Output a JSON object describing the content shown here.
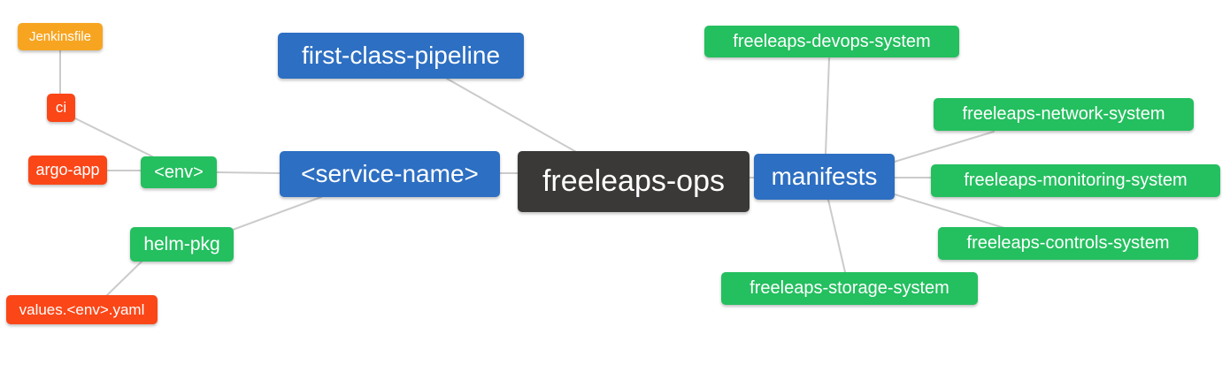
{
  "diagram": {
    "title": "freeleaps-ops repository structure mind map",
    "root": {
      "label": "freeleaps-ops",
      "color": "#3b3937"
    },
    "nodes": {
      "jenkinsfile": {
        "label": "Jenkinsfile",
        "color": "#f7a521"
      },
      "ci": {
        "label": "ci",
        "color": "#fb4617"
      },
      "argo_app": {
        "label": "argo-app",
        "color": "#fb4617"
      },
      "env": {
        "label": "<env>",
        "color": "#24bf5f"
      },
      "helm_pkg": {
        "label": "helm-pkg",
        "color": "#24bf5f"
      },
      "values_yaml": {
        "label": "values.<env>.yaml",
        "color": "#fb4617"
      },
      "fcp": {
        "label": "first-class-pipeline",
        "color": "#2d6fc2"
      },
      "service_name": {
        "label": "<service-name>",
        "color": "#2d6fc2"
      },
      "manifests": {
        "label": "manifests",
        "color": "#2d6fc2"
      },
      "devops": {
        "label": "freeleaps-devops-system",
        "color": "#24bf5f"
      },
      "network": {
        "label": "freeleaps-network-system",
        "color": "#24bf5f"
      },
      "monitoring": {
        "label": "freeleaps-monitoring-system",
        "color": "#24bf5f"
      },
      "controls": {
        "label": "freeleaps-controls-system",
        "color": "#24bf5f"
      },
      "storage": {
        "label": "freeleaps-storage-system",
        "color": "#24bf5f"
      }
    },
    "edges": [
      {
        "from": "jenkinsfile",
        "to": "ci"
      },
      {
        "from": "ci",
        "to": "env"
      },
      {
        "from": "argo_app",
        "to": "env"
      },
      {
        "from": "env",
        "to": "service_name"
      },
      {
        "from": "helm_pkg",
        "to": "service_name"
      },
      {
        "from": "values_yaml",
        "to": "helm_pkg"
      },
      {
        "from": "service_name",
        "to": "freeleaps-ops"
      },
      {
        "from": "fcp",
        "to": "freeleaps-ops"
      },
      {
        "from": "freeleaps-ops",
        "to": "manifests"
      },
      {
        "from": "manifests",
        "to": "devops"
      },
      {
        "from": "manifests",
        "to": "network"
      },
      {
        "from": "manifests",
        "to": "monitoring"
      },
      {
        "from": "manifests",
        "to": "controls"
      },
      {
        "from": "manifests",
        "to": "storage"
      }
    ],
    "colors": {
      "blue": "#2d6fc2",
      "green": "#24bf5f",
      "orange": "#f7a521",
      "red": "#fb4617",
      "dark": "#3b3937",
      "edge_line": "#cbcbcb",
      "background": "#ffffff",
      "text": "#ffffff"
    }
  }
}
